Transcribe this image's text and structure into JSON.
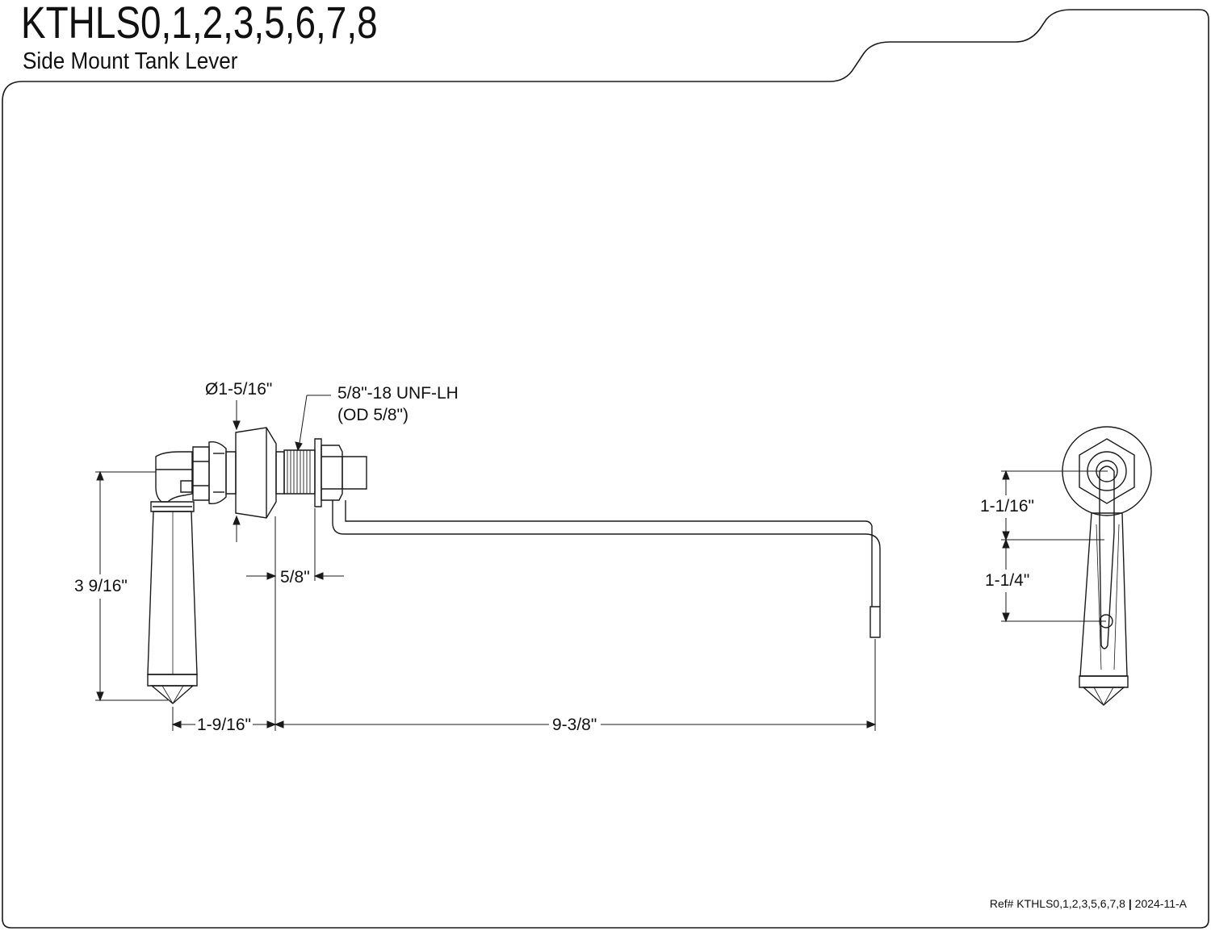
{
  "header": {
    "model": "KTHLS0,1,2,3,5,6,7,8",
    "description": "Side Mount Tank Lever"
  },
  "dimensions": {
    "flange_diameter": "Ø1-5/16\"",
    "thread_spec": "5/8\"-18 UNF-LH",
    "thread_od": "(OD 5/8\")",
    "handle_height": "3 9/16\"",
    "nut_depth": "5/8\"",
    "handle_to_flange": "1-9/16\"",
    "arm_length": "9-3/8\"",
    "side_upper": "1-1/16\"",
    "side_lower": "1-1/4\""
  },
  "footer": {
    "ref_label": "Ref# KTHLS0,1,2,3,5,6,7,8",
    "separator": "|",
    "revision": "2024-11-A"
  }
}
